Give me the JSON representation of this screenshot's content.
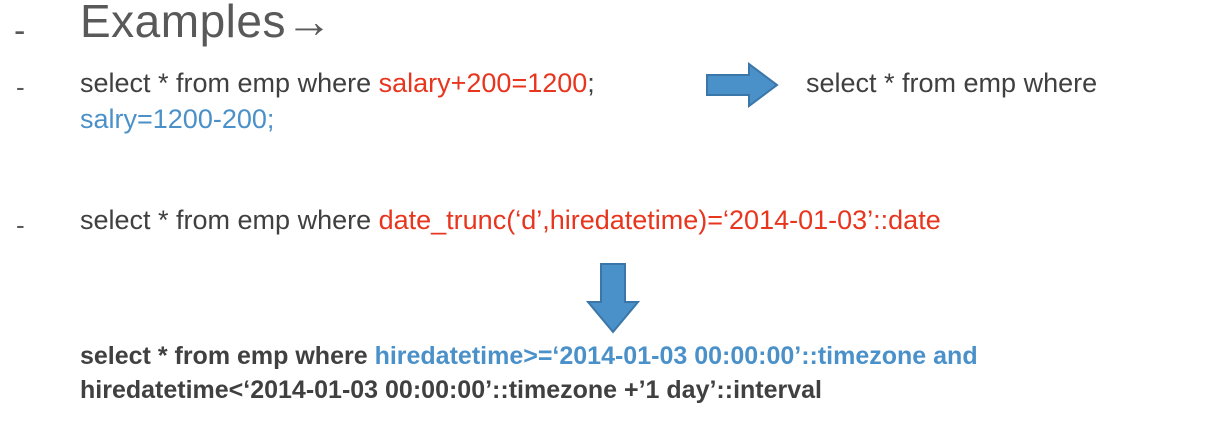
{
  "colors": {
    "text": "#404040",
    "heading": "#595959",
    "red": "#e8351e",
    "blue": "#4a90c9",
    "arrow_fill": "#4a90c9",
    "arrow_stroke": "#3a76a8"
  },
  "slide": {
    "bullet": "-",
    "title": "Examples",
    "title_arrow": "→",
    "example1": {
      "prefix": "select * from emp where ",
      "highlight": "salary+200=1200",
      "suffix": ";",
      "result_prefix": "select * from emp where",
      "result_highlight": "salry=1200-200;"
    },
    "example2": {
      "prefix": "select * from emp where ",
      "highlight": "date_trunc(‘d’,hiredatetime)=‘2014-01-03’::date"
    },
    "example2_result": {
      "prefix": "select * from emp where ",
      "highlight_line1": "hiredatetime>=‘2014-01-03 00:00:00’::timezone and",
      "highlight_line2": "hiredatetime<‘2014-01-03 00:00:00’::timezone +’1 day’::interval"
    }
  }
}
